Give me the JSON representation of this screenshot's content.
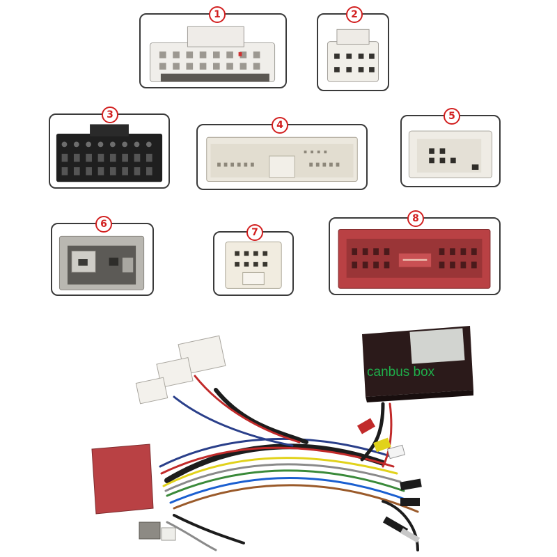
{
  "connectors": [
    {
      "number": "1"
    },
    {
      "number": "2"
    },
    {
      "number": "3"
    },
    {
      "number": "4"
    },
    {
      "number": "5"
    },
    {
      "number": "6"
    },
    {
      "number": "7"
    },
    {
      "number": "8"
    }
  ],
  "harness": {
    "box_label": "canbus box"
  },
  "colors": {
    "badge": "#d21f1f",
    "label": "#1fae4a",
    "red_connector": "#b94144",
    "black_connector": "#222222"
  }
}
